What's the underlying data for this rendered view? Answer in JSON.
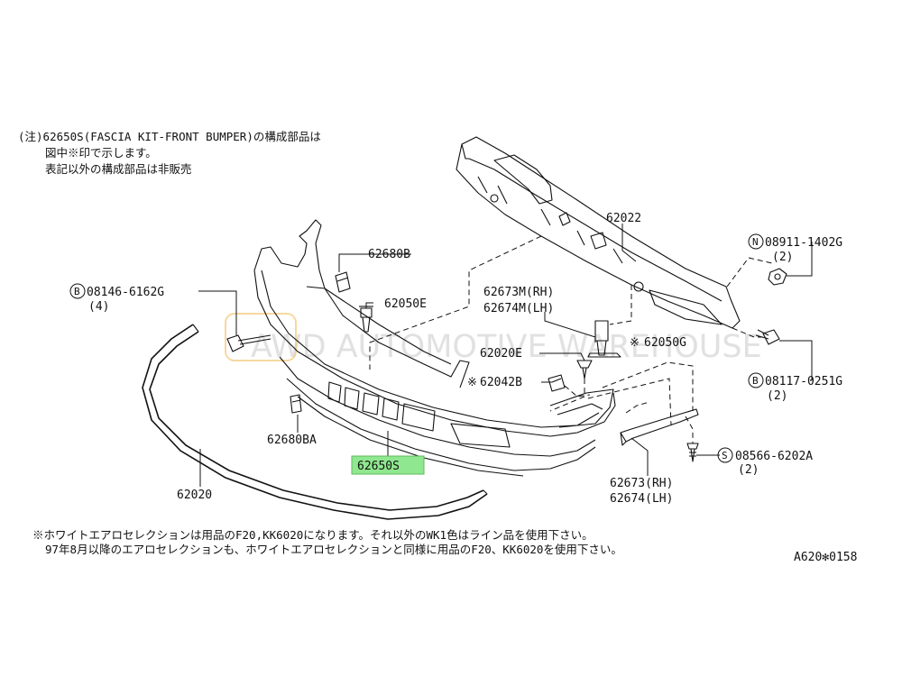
{
  "notes": {
    "line1": "(注)62650S(FASCIA KIT-FRONT BUMPER)の構成部品は",
    "line2": "図中※印で示します。",
    "line3": "表記以外の構成部品は非販売",
    "bottom1": "※ホワイトエアロセレクションは用品のF20,KK6020になります。それ以外のWK1色はライン品を使用下さい。",
    "bottom2": "97年8月以降のエアロセレクションも、ホワイトエアロセレクションと同様に用品のF20、KK6020を使用下さい。"
  },
  "diagram_id": "A620✻0158",
  "watermark": "AWD AUTOMOTIVE WAREHOUSE",
  "highlight_color": "#8fe88f",
  "parts": {
    "p62022": "62022",
    "p08911": "08911-1402G",
    "p08911_qty": "(2)",
    "p08911_prefix": "N",
    "p62680B": "62680B",
    "p08146": "08146-6162G",
    "p08146_qty": "(4)",
    "p08146_prefix": "B",
    "p62050E": "62050E",
    "p62673M": "62673M(RH)",
    "p62674M": "62674M(LH)",
    "p62050G": "62050G",
    "p62020E": "62020E",
    "p62042B": "62042B",
    "p08117": "08117-0251G",
    "p08117_qty": "(2)",
    "p08117_prefix": "B",
    "p62680BA": "62680BA",
    "p62650S": "62650S",
    "p08566": "08566-6202A",
    "p08566_qty": "(2)",
    "p08566_prefix": "S",
    "p62020": "62020",
    "p62673": "62673(RH)",
    "p62674": "62674(LH)",
    "star": "※"
  }
}
